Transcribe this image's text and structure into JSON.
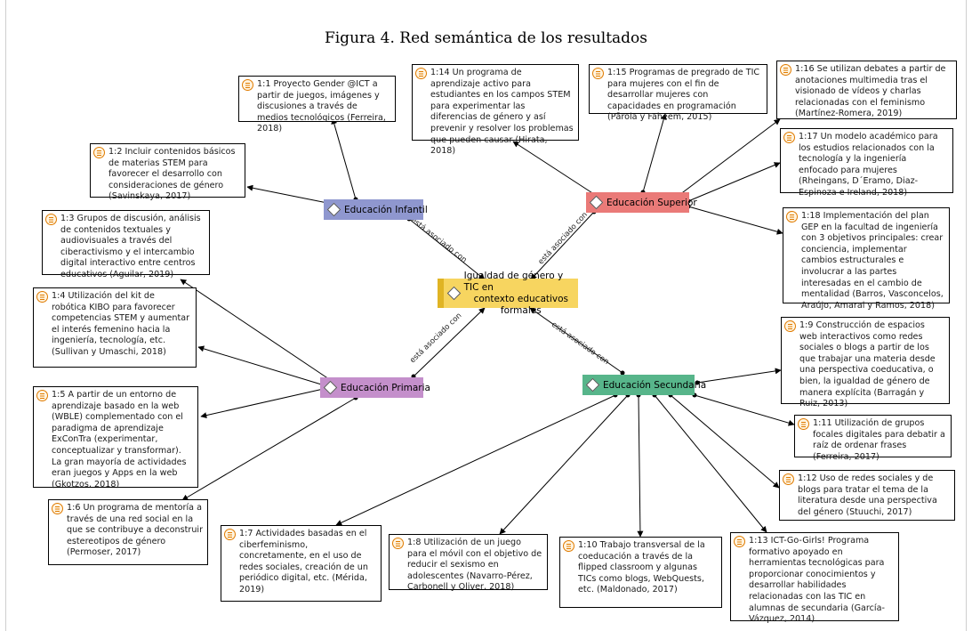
{
  "title": "Figura 4. Red semántica de los resultados",
  "relation_label": "está asociado con",
  "center": {
    "label_line1": "Igualdad de género y TIC en",
    "label_line2": "contexto educativos formales",
    "color": "#f7d560",
    "bar": "#e0b424"
  },
  "categories": {
    "infantil": {
      "label": "Educación Infantil",
      "color": "#8f97cf",
      "bar": "#4a4fa3"
    },
    "superior": {
      "label": "Educación Superior",
      "color": "#ea7a78",
      "bar": "#c42a28"
    },
    "primaria": {
      "label": "Educación Primaria",
      "color": "#c48fcb",
      "bar": "#8a3d95"
    },
    "secundaria": {
      "label": "Educación Secundaria",
      "color": "#57b58a",
      "bar": "#1e7f53"
    }
  },
  "quotes": {
    "q1_1": {
      "code": "1:1",
      "text": "Proyecto Gender @ICT a partir de  juegos, imágenes y discusiones a través de medios tecnológicos (Ferreira, 2018)"
    },
    "q1_2": {
      "code": "1:2",
      "text": "Incluir contenidos básicos de materias STEM para favorecer el desarrollo con consideraciones de género (Savinskaya, 2017)"
    },
    "q1_3": {
      "code": "1:3",
      "text": "Grupos de discusión, análisis de contenidos textuales y audiovisuales a través del ciberactivismo y el intercambio digital interactivo entre centros educativos (Aguilar, 2019)"
    },
    "q1_4": {
      "code": "1:4",
      "text": "Utilización del kit de robótica KIBO para favorecer competencias STEM y aumentar el interés femenino hacia la ingeniería, tecnología, etc. (Sullivan y Umaschi, 2018)"
    },
    "q1_5": {
      "code": "1:5",
      "text": "A partir de un entorno de aprendizaje basado en la web (WBLE) complementado con el paradigma de aprendizaje ExConTra (experimentar, conceptualizar y transformar). La gran mayoría de actividades eran juegos y Apps en la web (Gkotzos, 2018)"
    },
    "q1_6": {
      "code": "1:6",
      "text": "Un programa de mentoría a través de una red social en la que se contribuye a deconstruir estereotipos de género (Permoser, 2017)"
    },
    "q1_7": {
      "code": "1:7",
      "text": "Actividades basadas en el ciberfeminismo, concretamente, en el uso de redes sociales, creación de un periódico digital, etc. (Mérida, 2019)"
    },
    "q1_8": {
      "code": "1:8",
      "text": "Utilización de un juego para el móvil con el objetivo de reducir el sexismo en adolescentes (Navarro-Pérez, Carbonell y Oliver, 2018)"
    },
    "q1_10": {
      "code": "1:10",
      "text": "Trabajo transversal de la coeducación a través de la flipped classroom y algunas TICs como blogs, WebQuests, etc. (Maldonado, 2017)"
    },
    "q1_13": {
      "code": "1:13",
      "text": "ICT-Go-Girls! Programa formativo apoyado en herramientas tecnológicas para proporcionar conocimientos y desarrollar habilidades relacionadas con las TIC en alumnas de secundaria (García-Vázquez, 2014)"
    },
    "q1_12": {
      "code": "1:12",
      "text": "Uso de redes sociales y de blogs para tratar el tema de la literatura desde una perspectiva del género (Stuuchi, 2017)"
    },
    "q1_11": {
      "code": "1:11",
      "text": "Utilización de grupos focales digitales para debatir a raíz de ordenar frases (Ferreira, 2017)"
    },
    "q1_9": {
      "code": "1:9",
      "text": "Construcción de espacios web interactivos como redes sociales o blogs a partir de los que trabajar una materia desde una perspectiva coeducativa,  o  bien, la igualdad de género de manera explícita (Barragán y Ruiz, 2013)"
    },
    "q1_14": {
      "code": "1:14",
      "text": "Un programa de aprendizaje activo para estudiantes en los campos STEM para experimentar las diferencias de género y así prevenir y resolver los problemas que pueden causar (Hirata, 2018)"
    },
    "q1_15": {
      "code": "1:15",
      "text": "Programas de pregrado de TIC para mujeres con el fin de desarrollar mujeres con capacidades en programación (Pārola y Faheem, 2015)"
    },
    "q1_16": {
      "code": "1:16",
      "text": "Se utilizan debates a partir de anotaciones multimedia tras el visionado de vídeos y charlas relacionadas con el feminismo (Martínez-Romera, 2019)"
    },
    "q1_17": {
      "code": "1:17",
      "text": "Un modelo académico para los estudios relacionados con la tecnología y la ingeniería enfocado para mujeres (Rheingans, D´Eramo, Diaz-Espinoza e Ireland, 2018)"
    },
    "q1_18": {
      "code": "1:18",
      "text": "Implementación del plan GEP en la facultad de ingeniería con 3 objetivos principales: crear conciencia, implementar cambios estructurales e involucrar a las partes interesadas en el cambio de mentalidad (Barros, Vasconcelos, Araújo, Amaral y Ramos, 2018)"
    }
  }
}
